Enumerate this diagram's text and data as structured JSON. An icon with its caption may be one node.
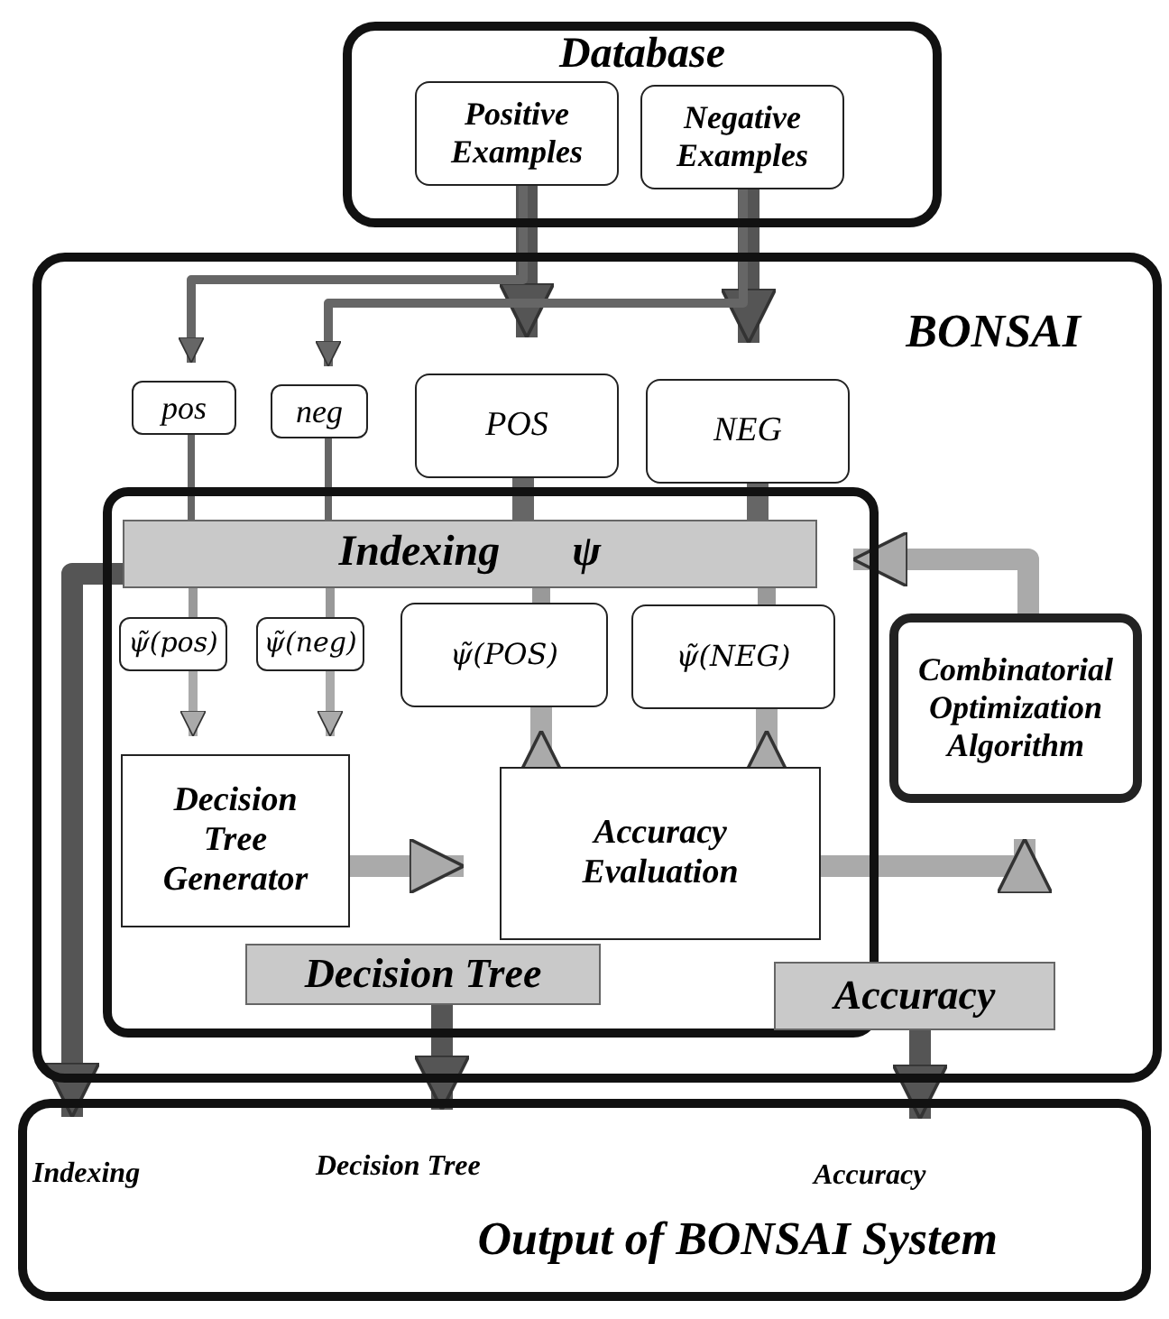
{
  "diagram": {
    "nodes": [
      {
        "text": [
          "Database"
        ]
      },
      {
        "text": [
          "Positive Examples"
        ],
        "in": 0
      },
      {
        "text": [
          "Negative Examples"
        ],
        "in": 0
      },
      {
        "text": [
          "BONSAI"
        ]
      },
      {
        "text": [
          "pos"
        ],
        "in": 3
      },
      {
        "text": [
          "neg"
        ],
        "in": 3
      },
      {
        "text": [
          "POS"
        ],
        "in": 3
      },
      {
        "text": [
          "NEG"
        ],
        "in": 3
      },
      {
        "text": [],
        "shape": "box",
        "in": 3
      },
      {
        "text": [
          "Indexing",
          "ψ"
        ],
        "in": 8
      },
      {
        "text": [
          "ψ̃(*pos*)"
        ],
        "in": 8
      },
      {
        "text": [
          "ψ̃(*neg*)"
        ],
        "in": 8
      },
      {
        "text": [
          "ψ̃(*POS*)"
        ],
        "in": 8
      },
      {
        "text": [
          "ψ̃(*NEG*)"
        ],
        "in": 8
      },
      {
        "text": [
          "Decision Tree Generator"
        ],
        "in": 8
      },
      {
        "text": [
          "Accuracy Evaluation"
        ],
        "in": 8
      },
      {
        "text": [
          "Decision Tree"
        ],
        "in": 8
      },
      {
        "text": [
          "Accuracy"
        ],
        "in": 3
      },
      {
        "text": [
          "Combinatorial Optimization Algorithm"
        ],
        "in": 3
      },
      {
        "text": [
          "Output of BONSAI System"
        ]
      },
      {
        "text": [
          "Indexing"
        ],
        "in": 19
      },
      {
        "text": [
          "Decision Tree"
        ],
        "in": 19
      },
      {
        "text": [
          "Accuracy"
        ],
        "in": 19
      }
    ],
    "edges": [
      {
        "from": 1,
        "to": 6,
        "arrow": "to",
        "color": "#555555"
      },
      {
        "from": 2,
        "to": 7,
        "arrow": "to",
        "color": "#555555"
      },
      {
        "from": 1,
        "to": 4,
        "arrow": "to",
        "color": "#666666"
      },
      {
        "from": 2,
        "to": 5,
        "arrow": "to",
        "color": "#666666"
      },
      {
        "from": 4,
        "to": 9,
        "arrow": "none",
        "color": "#666666"
      },
      {
        "from": 5,
        "to": 9,
        "arrow": "none",
        "color": "#666666"
      },
      {
        "from": 6,
        "to": 9,
        "arrow": "none",
        "color": "#666666"
      },
      {
        "from": 7,
        "to": 9,
        "arrow": "none",
        "color": "#666666"
      },
      {
        "from": 9,
        "to": 10,
        "arrow": "none",
        "color": "#999999"
      },
      {
        "from": 9,
        "to": 11,
        "arrow": "none",
        "color": "#999999"
      },
      {
        "from": 9,
        "to": 12,
        "arrow": "none",
        "color": "#999999"
      },
      {
        "from": 9,
        "to": 13,
        "arrow": "none",
        "color": "#999999"
      },
      {
        "from": 10,
        "to": 14,
        "arrow": "to",
        "color": "#aaaaaa"
      },
      {
        "from": 11,
        "to": 14,
        "arrow": "to",
        "color": "#aaaaaa"
      },
      {
        "from": 12,
        "to": 15,
        "arrow": "to",
        "color": "#aaaaaa"
      },
      {
        "from": 13,
        "to": 15,
        "arrow": "to",
        "color": "#aaaaaa"
      },
      {
        "from": 14,
        "to": 15,
        "arrow": "to",
        "color": "#aaaaaa"
      },
      {
        "from": 15,
        "to": 18,
        "arrow": "to",
        "color": "#aaaaaa"
      },
      {
        "from": 18,
        "to": 9,
        "arrow": "to",
        "color": "#aaaaaa"
      },
      {
        "from": 9,
        "to": 20,
        "arrow": "to",
        "color": "#555555"
      },
      {
        "from": 16,
        "to": 21,
        "arrow": "to",
        "color": "#555555"
      },
      {
        "from": 17,
        "to": 22,
        "arrow": "to",
        "color": "#555555"
      }
    ]
  }
}
